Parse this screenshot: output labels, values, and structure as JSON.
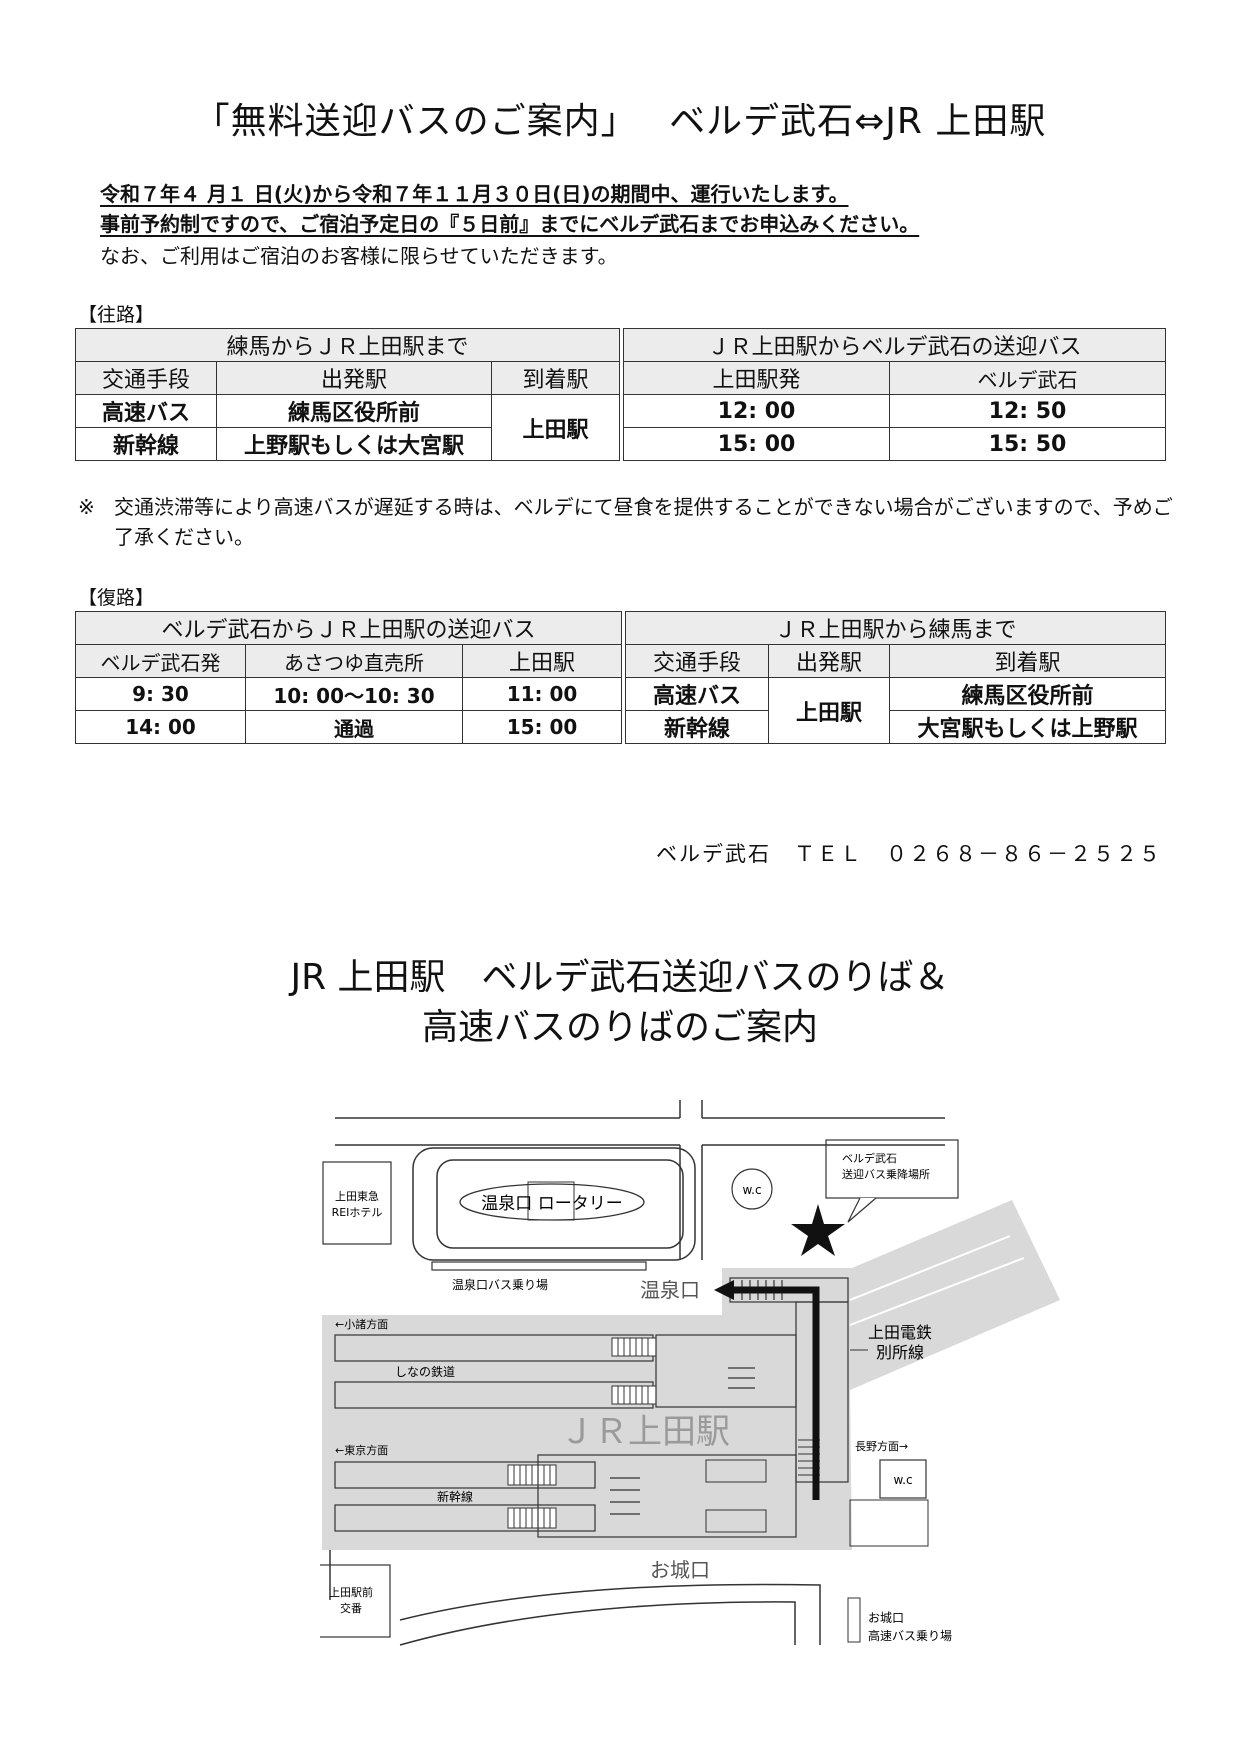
{
  "title": "「無料送迎バスのご案内」　 ベルデ武石⇔JR 上田駅",
  "intro": {
    "line1": "令和７年４ 月１ 日(火)から令和７年１１月３０日(日)の期間中、運行いたします。",
    "line2": "事前予約制ですので、ご宿泊予定日の『５日前』までにベルデ武石までお申込みください。",
    "line3": "なお、ご利用はご宿泊のお客様に限らせていただきます。"
  },
  "outbound": {
    "label": "【往路】",
    "group_left": "練馬からＪＲ上田駅まで",
    "group_right": "ＪＲ上田駅からベルデ武石の送迎バス",
    "headers": [
      "交通手段",
      "出発駅",
      "到着駅",
      "上田駅発",
      "ベルデ武石"
    ],
    "arrival_station": "上田駅",
    "rows": [
      {
        "mode": "高速バス",
        "from": "練馬区役所前",
        "dep": "12: 00",
        "arr": "12: 50"
      },
      {
        "mode": "新幹線",
        "from": "上野駅もしくは大宮駅",
        "dep": "15: 00",
        "arr": "15: 50"
      }
    ]
  },
  "note": {
    "mark": "※",
    "text": "交通渋滞等により高速バスが遅延する時は、ベルデにて昼食を提供することができない場合がございますので、予めご了承ください。"
  },
  "return": {
    "label": "【復路】",
    "group_left": "ベルデ武石からＪＲ上田駅の送迎バス",
    "group_right": "ＪＲ上田駅から練馬まで",
    "headers": [
      "ベルデ武石発",
      "あさつゆ直売所",
      "上田駅",
      "交通手段",
      "出発駅",
      "到着駅"
    ],
    "departure_station": "上田駅",
    "rows": [
      {
        "verde": "9: 30",
        "asatsuyu": "10: 00～10: 30",
        "ueda": "11: 00",
        "mode": "高速バス",
        "to": "練馬区役所前"
      },
      {
        "verde": "14: 00",
        "asatsuyu": "通過",
        "ueda": "15: 00",
        "mode": "新幹線",
        "to": "大宮駅もしくは上野駅"
      }
    ]
  },
  "tel": "ベルデ武石　ＴＥＬ　０２６８－８６－２５２５",
  "title2": {
    "line1": "JR 上田駅　ベルデ武石送迎バスのりば＆",
    "line2": "高速バスのりばのご案内"
  },
  "map": {
    "hotel": [
      "上田東急",
      "REIホテル"
    ],
    "rotary": "温泉口 ロータリー",
    "wc": "w.c",
    "callout": [
      "ベルデ武石",
      "送迎バス乗降場所"
    ],
    "onsen_bus_stop": "温泉口バス乗り場",
    "onsen_exit": "温泉口",
    "komoro": "←小諸方面",
    "shinano": "しなの鉄道",
    "station": "ＪＲ上田駅",
    "dentetsu": [
      "上田電鉄",
      "別所線"
    ],
    "tokyo": "←東京方面",
    "nagano": "長野方面→",
    "shinkansen": "新幹線",
    "wc2": "w.c",
    "oshiro_exit": "お城口",
    "koban": [
      "上田駅前",
      "交番"
    ],
    "oshiro_bus": [
      "お城口",
      "高速バス乗り場"
    ]
  }
}
